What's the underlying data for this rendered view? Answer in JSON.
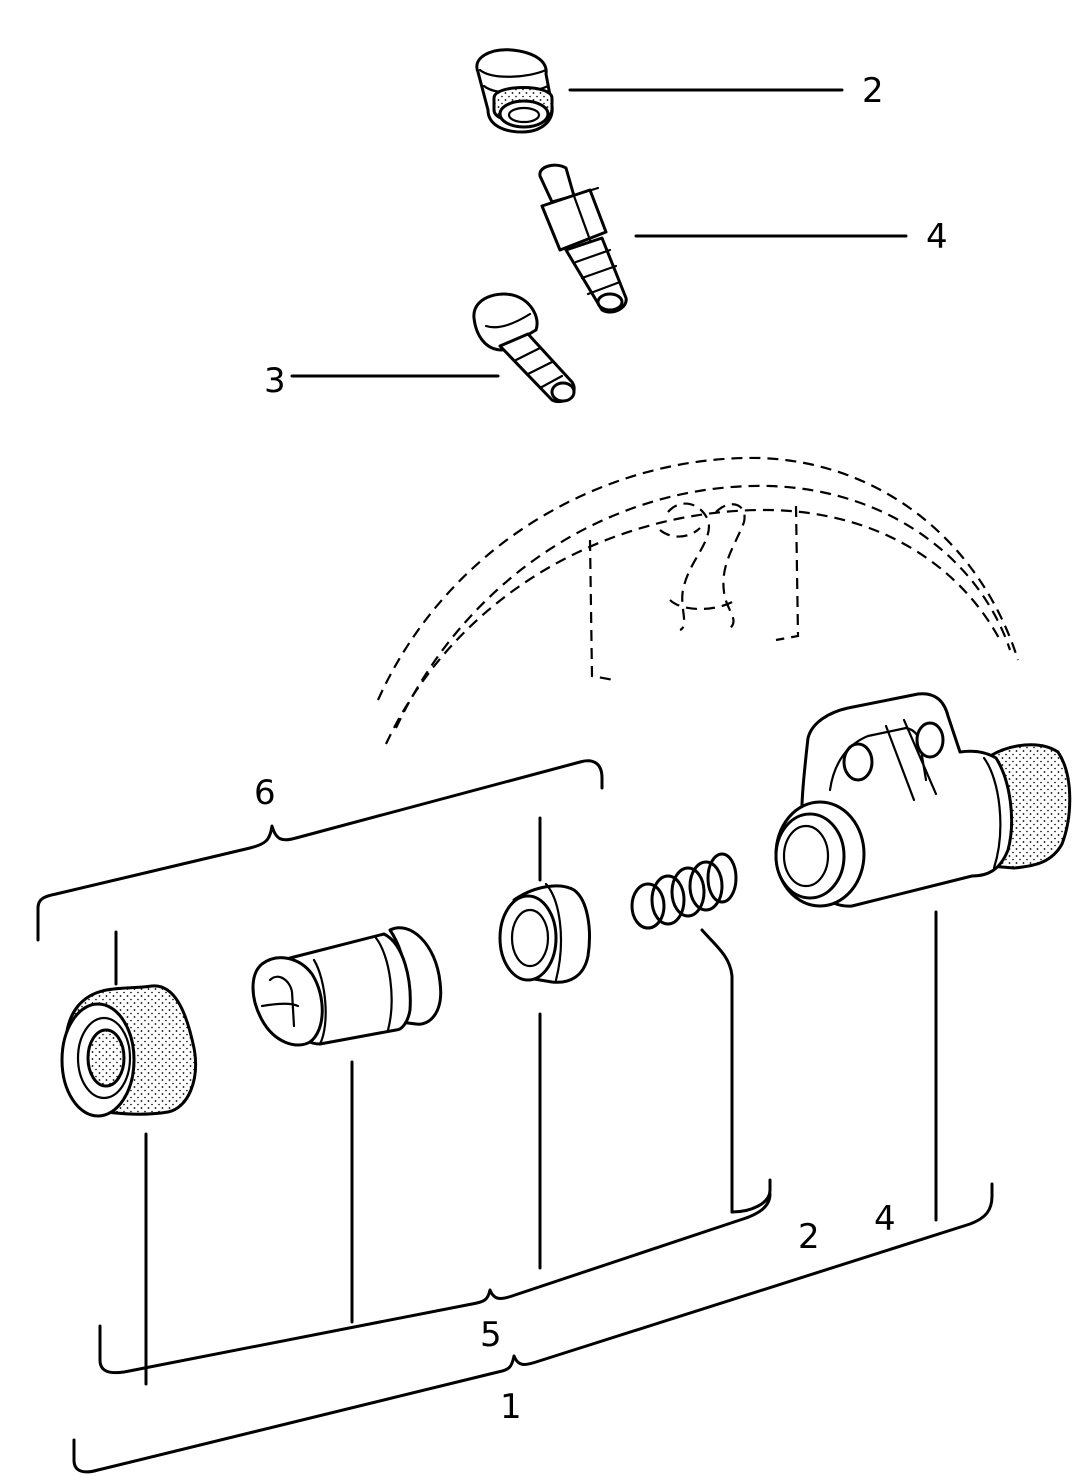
{
  "labels": {
    "item_1": "1",
    "item_2_top": "2",
    "item_2_bottom": "2",
    "item_3": "3",
    "item_4_top": "4",
    "item_4_bottom": "4",
    "item_5": "5",
    "item_6": "6"
  }
}
